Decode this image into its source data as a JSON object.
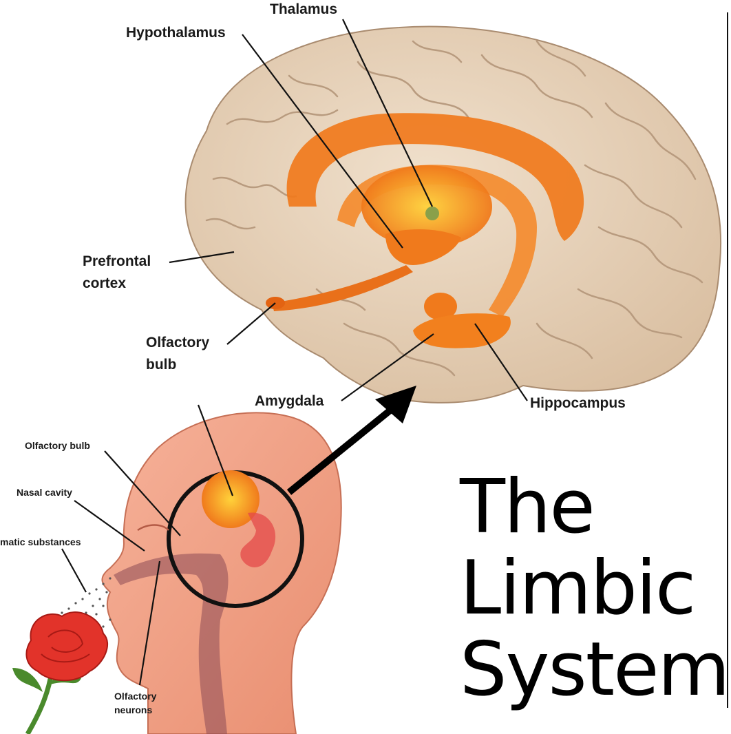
{
  "title": {
    "line1": "The",
    "line2": "Limbic",
    "line3": "System"
  },
  "brain_labels": {
    "thalamus": "Thalamus",
    "hypothalamus": "Hypothalamus",
    "prefrontal_cortex_1": "Prefrontal",
    "prefrontal_cortex_2": "cortex",
    "olfactory_bulb_1": "Olfactory",
    "olfactory_bulb_2": "bulb",
    "amygdala": "Amygdala",
    "hippocampus": "Hippocampus"
  },
  "head_labels": {
    "olfactory_bulb": "Olfactory bulb",
    "nasal_cavity": "Nasal cavity",
    "aromatic_substances": "matic substances",
    "olfactory_neurons_1": "Olfactory",
    "olfactory_neurons_2": "neurons"
  },
  "colors": {
    "brain": "#e3cdb4",
    "brain_fold": "#b89b7f",
    "limbic": "#f07a1c",
    "skin": "#f2a184",
    "rose": "#e2332a",
    "stem": "#4a8a2c"
  }
}
